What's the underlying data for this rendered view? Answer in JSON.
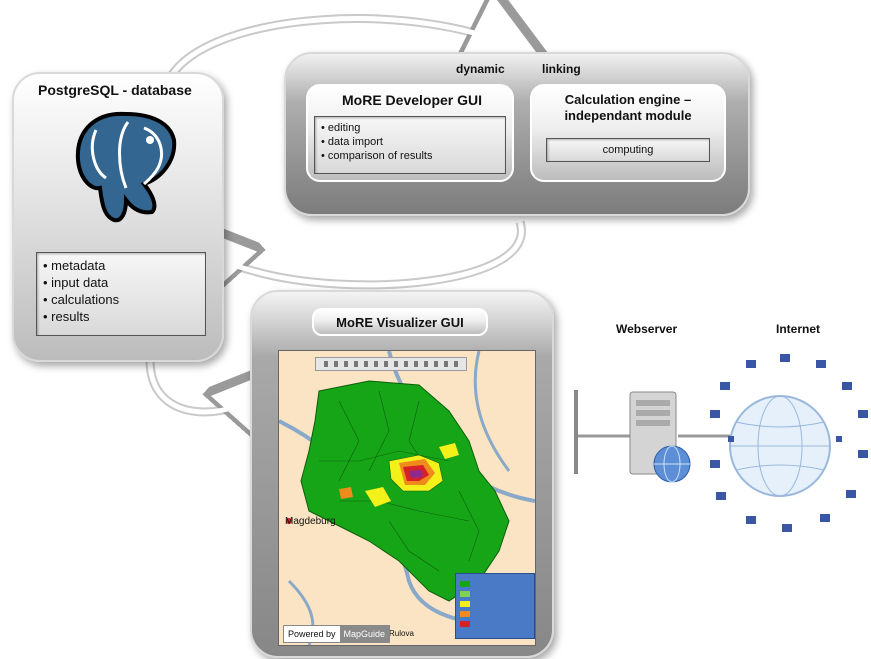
{
  "postgres": {
    "title": "PostgreSQL - database",
    "items": [
      "• metadata",
      "• input data",
      "• calculations",
      "• results"
    ],
    "icon": "elephant-icon"
  },
  "engine_group": {
    "label_dynamic": "dynamic",
    "label_linking": "linking",
    "developer_gui": {
      "title": "MoRE Developer GUI",
      "items": [
        "• editing",
        "• data import",
        "• comparison of results"
      ]
    },
    "calc_engine": {
      "title_line1": "Calculation engine –",
      "title_line2": "independant module",
      "computing": "computing"
    }
  },
  "visualizer": {
    "title": "MoRE Visualizer GUI",
    "map": {
      "city_label": "Magdeburg",
      "river_label": "Rulova",
      "powered_by": "Powered by",
      "brand": "MapGuide"
    }
  },
  "network": {
    "webserver_label": "Webserver",
    "internet_label": "Internet",
    "server_icon": "server-icon",
    "globe_icon": "globe-icon",
    "client_icon": "computer-icon",
    "client_count": 16
  },
  "colors": {
    "elephant": "#336791",
    "map_bg": "#fbe4c3",
    "region_green": "#16a516",
    "region_yellow": "#f4f01a",
    "region_orange": "#f08a1a",
    "region_red": "#d6202a",
    "region_purple": "#8e2a8e",
    "river": "#87a6c8"
  }
}
